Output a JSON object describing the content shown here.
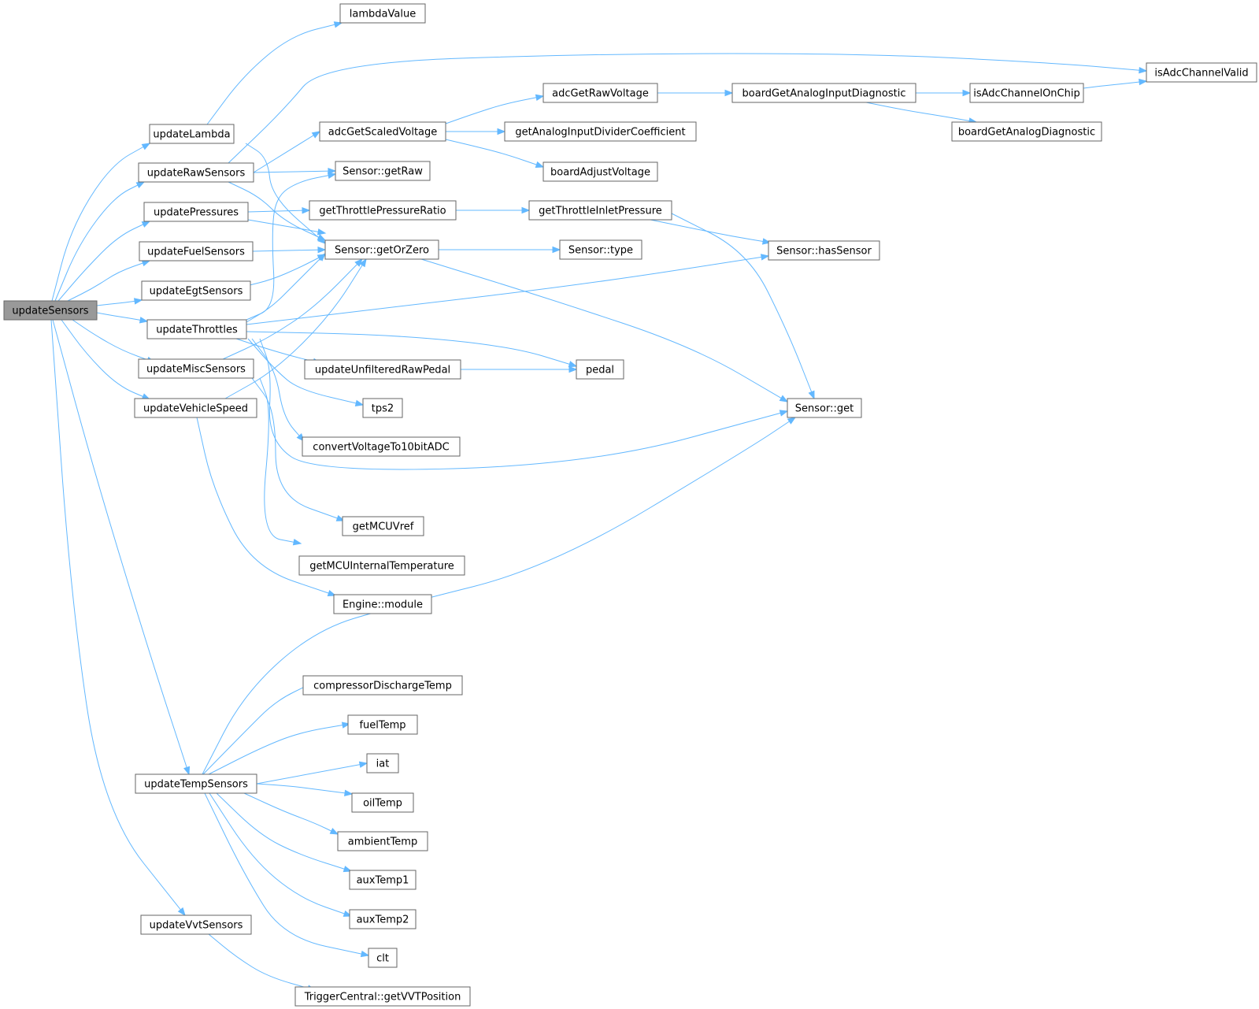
{
  "diagram": {
    "nodes": [
      {
        "id": "updateSensors",
        "label": "updateSensors",
        "root": true
      },
      {
        "id": "updateLambda",
        "label": "updateLambda"
      },
      {
        "id": "updateRawSensors",
        "label": "updateRawSensors"
      },
      {
        "id": "updatePressures",
        "label": "updatePressures"
      },
      {
        "id": "updateFuelSensors",
        "label": "updateFuelSensors"
      },
      {
        "id": "updateEgtSensors",
        "label": "updateEgtSensors"
      },
      {
        "id": "updateThrottles",
        "label": "updateThrottles"
      },
      {
        "id": "updateMiscSensors",
        "label": "updateMiscSensors"
      },
      {
        "id": "updateVehicleSpeed",
        "label": "updateVehicleSpeed"
      },
      {
        "id": "updateTempSensors",
        "label": "updateTempSensors"
      },
      {
        "id": "updateVvtSensors",
        "label": "updateVvtSensors"
      },
      {
        "id": "lambdaValue",
        "label": "lambdaValue"
      },
      {
        "id": "adcGetScaledVoltage",
        "label": "adcGetScaledVoltage"
      },
      {
        "id": "sensorGetRaw",
        "label": "Sensor::getRaw"
      },
      {
        "id": "getThrottlePressureRatio",
        "label": "getThrottlePressureRatio"
      },
      {
        "id": "sensorGetOrZero",
        "label": "Sensor::getOrZero"
      },
      {
        "id": "updateUnfilteredRawPedal",
        "label": "updateUnfilteredRawPedal"
      },
      {
        "id": "tps2",
        "label": "tps2"
      },
      {
        "id": "convertVoltageTo10bitADC",
        "label": "convertVoltageTo10bitADC"
      },
      {
        "id": "getMCUVref",
        "label": "getMCUVref"
      },
      {
        "id": "getMCUInternalTemperature",
        "label": "getMCUInternalTemperature"
      },
      {
        "id": "engineModule",
        "label": "Engine::module"
      },
      {
        "id": "compressorDischargeTemp",
        "label": "compressorDischargeTemp"
      },
      {
        "id": "fuelTemp",
        "label": "fuelTemp"
      },
      {
        "id": "iat",
        "label": "iat"
      },
      {
        "id": "oilTemp",
        "label": "oilTemp"
      },
      {
        "id": "ambientTemp",
        "label": "ambientTemp"
      },
      {
        "id": "auxTemp1",
        "label": "auxTemp1"
      },
      {
        "id": "auxTemp2",
        "label": "auxTemp2"
      },
      {
        "id": "clt",
        "label": "clt"
      },
      {
        "id": "getVVTPosition",
        "label": "TriggerCentral::getVVTPosition"
      },
      {
        "id": "adcGetRawVoltage",
        "label": "adcGetRawVoltage"
      },
      {
        "id": "getAnalogInputDividerCoefficient",
        "label": "getAnalogInputDividerCoefficient"
      },
      {
        "id": "boardAdjustVoltage",
        "label": "boardAdjustVoltage"
      },
      {
        "id": "getThrottleInletPressure",
        "label": "getThrottleInletPressure"
      },
      {
        "id": "sensorType",
        "label": "Sensor::type"
      },
      {
        "id": "pedal",
        "label": "pedal"
      },
      {
        "id": "boardGetAnalogInputDiagnostic",
        "label": "boardGetAnalogInputDiagnostic"
      },
      {
        "id": "sensorHasSensor",
        "label": "Sensor::hasSensor"
      },
      {
        "id": "sensorGet",
        "label": "Sensor::get"
      },
      {
        "id": "isAdcChannelOnChip",
        "label": "isAdcChannelOnChip"
      },
      {
        "id": "boardGetAnalogDiagnostic",
        "label": "boardGetAnalogDiagnostic"
      },
      {
        "id": "isAdcChannelValid",
        "label": "isAdcChannelValid"
      }
    ],
    "edges": [
      [
        "updateSensors",
        "updateLambda"
      ],
      [
        "updateSensors",
        "updateRawSensors"
      ],
      [
        "updateSensors",
        "updatePressures"
      ],
      [
        "updateSensors",
        "updateFuelSensors"
      ],
      [
        "updateSensors",
        "updateEgtSensors"
      ],
      [
        "updateSensors",
        "updateThrottles"
      ],
      [
        "updateSensors",
        "updateMiscSensors"
      ],
      [
        "updateSensors",
        "updateVehicleSpeed"
      ],
      [
        "updateSensors",
        "updateTempSensors"
      ],
      [
        "updateSensors",
        "updateVvtSensors"
      ],
      [
        "updateLambda",
        "lambdaValue"
      ],
      [
        "updateLambda",
        "sensorGetOrZero"
      ],
      [
        "updateRawSensors",
        "adcGetScaledVoltage"
      ],
      [
        "updateRawSensors",
        "sensorGetRaw"
      ],
      [
        "updateRawSensors",
        "sensorGetOrZero"
      ],
      [
        "updateRawSensors",
        "isAdcChannelValid"
      ],
      [
        "updatePressures",
        "getThrottlePressureRatio"
      ],
      [
        "updatePressures",
        "sensorGetOrZero"
      ],
      [
        "updateFuelSensors",
        "sensorGetOrZero"
      ],
      [
        "updateEgtSensors",
        "sensorGetOrZero"
      ],
      [
        "updateThrottles",
        "sensorGetRaw"
      ],
      [
        "updateThrottles",
        "sensorGetOrZero"
      ],
      [
        "updateThrottles",
        "sensorHasSensor"
      ],
      [
        "updateThrottles",
        "updateUnfilteredRawPedal"
      ],
      [
        "updateThrottles",
        "pedal"
      ],
      [
        "updateThrottles",
        "tps2"
      ],
      [
        "updateThrottles",
        "convertVoltageTo10bitADC"
      ],
      [
        "updateThrottles",
        "sensorGet"
      ],
      [
        "updateMiscSensors",
        "sensorGetOrZero"
      ],
      [
        "updateMiscSensors",
        "getMCUVref"
      ],
      [
        "updateMiscSensors",
        "getMCUInternalTemperature"
      ],
      [
        "updateVehicleSpeed",
        "sensorGetOrZero"
      ],
      [
        "updateVehicleSpeed",
        "engineModule"
      ],
      [
        "updateTempSensors",
        "sensorGet"
      ],
      [
        "updateTempSensors",
        "compressorDischargeTemp"
      ],
      [
        "updateTempSensors",
        "fuelTemp"
      ],
      [
        "updateTempSensors",
        "iat"
      ],
      [
        "updateTempSensors",
        "oilTemp"
      ],
      [
        "updateTempSensors",
        "ambientTemp"
      ],
      [
        "updateTempSensors",
        "auxTemp1"
      ],
      [
        "updateTempSensors",
        "auxTemp2"
      ],
      [
        "updateTempSensors",
        "clt"
      ],
      [
        "updateVvtSensors",
        "getVVTPosition"
      ],
      [
        "adcGetScaledVoltage",
        "adcGetRawVoltage"
      ],
      [
        "adcGetScaledVoltage",
        "getAnalogInputDividerCoefficient"
      ],
      [
        "adcGetScaledVoltage",
        "boardAdjustVoltage"
      ],
      [
        "getThrottlePressureRatio",
        "getThrottleInletPressure"
      ],
      [
        "sensorGetOrZero",
        "sensorType"
      ],
      [
        "sensorGetOrZero",
        "sensorGet"
      ],
      [
        "updateUnfilteredRawPedal",
        "pedal"
      ],
      [
        "adcGetRawVoltage",
        "boardGetAnalogInputDiagnostic"
      ],
      [
        "getThrottleInletPressure",
        "sensorHasSensor"
      ],
      [
        "getThrottleInletPressure",
        "sensorGet"
      ],
      [
        "boardGetAnalogInputDiagnostic",
        "isAdcChannelOnChip"
      ],
      [
        "boardGetAnalogInputDiagnostic",
        "boardGetAnalogDiagnostic"
      ],
      [
        "isAdcChannelOnChip",
        "isAdcChannelValid"
      ]
    ],
    "colors": {
      "edge": "#63b8ff",
      "node_border": "#666666",
      "root_fill": "#999999",
      "node_fill": "#ffffff"
    }
  }
}
